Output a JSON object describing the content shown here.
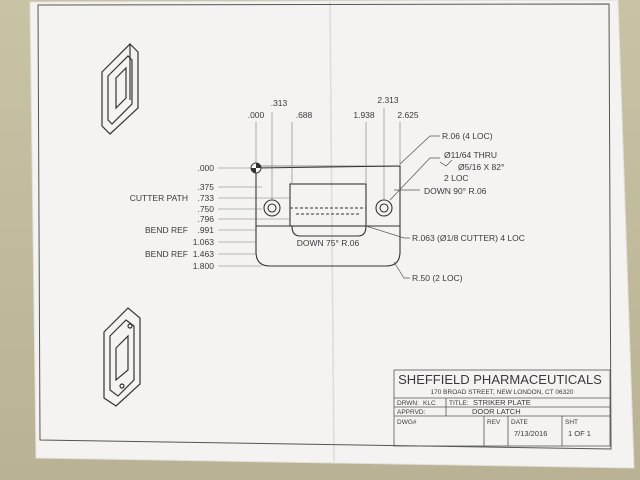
{
  "drawing": {
    "x_dims": [
      ".000",
      ".313",
      ".688",
      "1.938",
      "2.313",
      "2.625"
    ],
    "y_dims": [
      ".000",
      ".375",
      ".733",
      ".750",
      ".796",
      ".991",
      "1.063",
      "1.463",
      "1.800"
    ],
    "cutter_path": "CUTTER PATH",
    "bend_ref_1": "BEND REF",
    "bend_ref_2": "BEND REF",
    "callouts": {
      "corner_radius": "R.06 (4 LOC)",
      "hole_size": "Ø11/64 THRU",
      "countersink": "Ø5/16 X 82°",
      "hole_count": "2 LOC",
      "down_90": "DOWN 90° R.06",
      "cutter": "R.063 (Ø1/8 CUTTER) 4 LOC",
      "bottom_radius": "R.50 (2 LOC)",
      "down_75": "DOWN 75° R.06"
    }
  },
  "title_block": {
    "company": "SHEFFIELD PHARMACEUTICALS",
    "address": "170 BROAD STREET, NEW LONDON, CT  06320",
    "drwn_label": "DRWN:",
    "drwn_value": "KLC",
    "title_label": "TITLE:",
    "title_value": "STRIKER PLATE",
    "apprvd_label": "APPRVD:",
    "subtitle_value": "DOOR LATCH",
    "dwg_label": "DWG#",
    "rev_label": "REV",
    "date_label": "DATE",
    "date_value": "7/13/2016",
    "sht_label": "SHT",
    "sht_value": "1 OF 1"
  }
}
